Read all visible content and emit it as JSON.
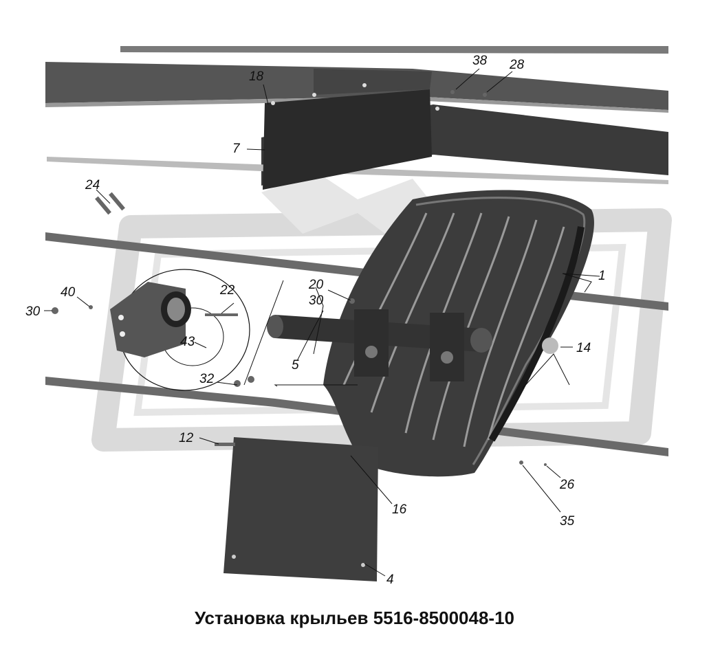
{
  "caption": "Установка крыльев 5516-8500048-10",
  "callouts": {
    "c1": "1",
    "c4": "4",
    "c5": "5",
    "c7": "7",
    "c12": "12",
    "c14": "14",
    "c16": "16",
    "c18": "18",
    "c20": "20",
    "c22": "22",
    "c24": "24",
    "c26": "26",
    "c28": "28",
    "c30a": "30",
    "c30b": "30",
    "c32": "32",
    "c35": "35",
    "c38": "38",
    "c40": "40",
    "c43": "43"
  },
  "parts": [
    "frame-rail",
    "bracket-plate",
    "mudguard",
    "support-tube",
    "mud-flap",
    "clamp-bracket",
    "bolt",
    "nut",
    "washer",
    "plug-cap"
  ]
}
